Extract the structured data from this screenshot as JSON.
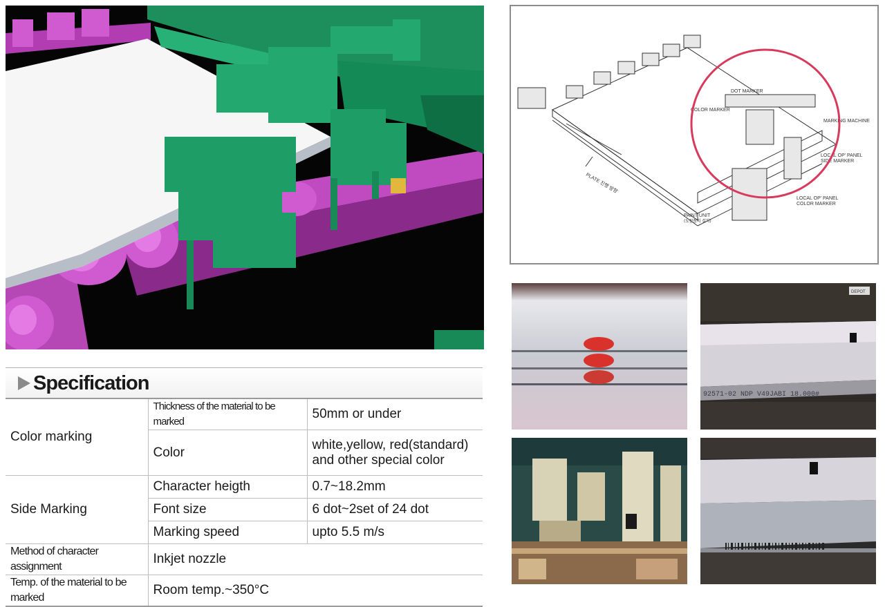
{
  "specification": {
    "heading": "Specification",
    "rows": [
      {
        "category": "Color marking",
        "item": "Thickness of the material to be marked",
        "value": "50mm or under"
      },
      {
        "item": "Color",
        "value_line1": "white,yellow, red(standard)",
        "value_line2": "and other special color"
      },
      {
        "category": "Side Marking",
        "item": "Character heigth",
        "value": "0.7~18.2mm"
      },
      {
        "item": "Font size",
        "value": "6 dot~2set of 24 dot"
      },
      {
        "item": "Marking speed",
        "value": "upto 5.5 m/s"
      },
      {
        "category": "Method of character assignment",
        "value": "Inkjet nozzle"
      },
      {
        "category": "Temp. of the material to be marked",
        "value": "Room temp.~350°C"
      }
    ]
  },
  "diagram_labels": {
    "dot_marker": "DOT MARKER",
    "color_marker": "COLOR MARKER",
    "marking_machine": "MARKING MACHINE",
    "local_op_side_1": "LOCAL OP' PANEL",
    "local_op_side_2": "SIDE MARKER",
    "local_op_color_1": "LOCAL OP' PANEL",
    "local_op_color_2": "COLOR MARKER",
    "paint_unit": "PAINT UNIT",
    "paint_unit_sub": "(도장장치 설치)",
    "plate_direction": "PLATE 진행 방향"
  },
  "photo_text": {
    "plate_code": "92571-02  NDP  V49JABI  18.000#",
    "sign": "DEPOT"
  },
  "colors": {
    "machine_green": "#1e9e6a",
    "rail_magenta": "#c448c4",
    "paint_red": "#d9322c",
    "highlight_circle": "#d63a5c"
  }
}
